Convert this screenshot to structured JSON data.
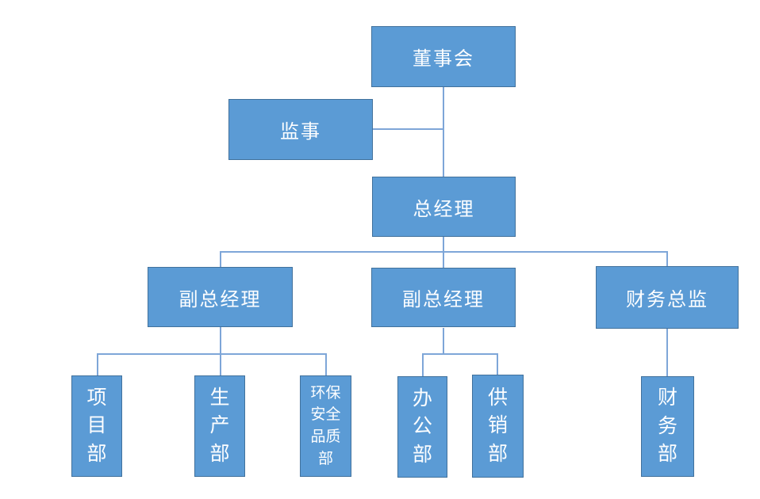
{
  "diagram": {
    "type": "org-chart",
    "colors": {
      "node_fill": "#5B9BD5",
      "node_border": "#41719C",
      "connector": "#7EA6D8",
      "node_text": "#FFFFFF",
      "background": "#FFFFFF"
    },
    "nodes": {
      "board": {
        "label": "董事会",
        "level": 1
      },
      "supervisor": {
        "label": "监事",
        "level": 2
      },
      "gm": {
        "label": "总经理",
        "level": 2
      },
      "vgm1": {
        "label": "副总经理",
        "level": 3
      },
      "vgm2": {
        "label": "副总经理",
        "level": 3
      },
      "cfo": {
        "label": "财务总监",
        "level": 3
      },
      "project": {
        "label": "项目部",
        "level": 4
      },
      "production": {
        "label": "生产部",
        "level": 4
      },
      "ehsq": {
        "label": "环保安全品质部",
        "level": 4
      },
      "office": {
        "label": "办公部",
        "level": 4
      },
      "supply": {
        "label": "供销部",
        "level": 4
      },
      "finance": {
        "label": "财务部",
        "level": 4
      }
    },
    "edges": [
      {
        "from": "board",
        "to": "gm"
      },
      {
        "from": "supervisor",
        "to": "board",
        "note": "side branch attached to board-gm trunk"
      },
      {
        "from": "gm",
        "to": "vgm1"
      },
      {
        "from": "gm",
        "to": "vgm2"
      },
      {
        "from": "gm",
        "to": "cfo"
      },
      {
        "from": "vgm1",
        "to": "project"
      },
      {
        "from": "vgm1",
        "to": "production"
      },
      {
        "from": "vgm1",
        "to": "ehsq"
      },
      {
        "from": "vgm2",
        "to": "office"
      },
      {
        "from": "vgm2",
        "to": "supply"
      },
      {
        "from": "cfo",
        "to": "finance"
      }
    ]
  }
}
